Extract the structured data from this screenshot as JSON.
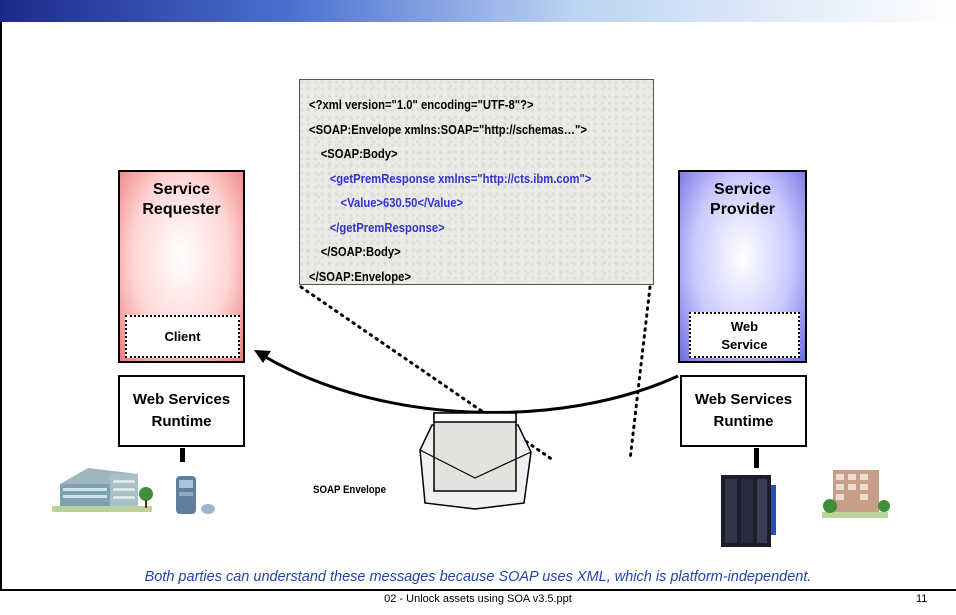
{
  "xml": {
    "lines": [
      "<?xml version=\"1.0\" encoding=\"UTF-8\"?>",
      "<SOAP:Envelope xmlns:SOAP=\"http://schemas…\">",
      "<SOAP:Body>",
      "<getPremResponse xmlns=\"http://cts.ibm.com\">",
      "<Value>630.50</Value>",
      "</getPremResponse>",
      "</SOAP:Body>",
      "</SOAP:Envelope>"
    ]
  },
  "requester": {
    "title_line1": "Service",
    "title_line2": "Requester",
    "inner": "Client",
    "runtime_line1": "Web Services",
    "runtime_line2": "Runtime"
  },
  "provider": {
    "title_line1": "Service",
    "title_line2": "Provider",
    "inner_line1": "Web",
    "inner_line2": "Service",
    "runtime_line1": "Web Services",
    "runtime_line2": "Runtime"
  },
  "envelope_label": "SOAP Envelope",
  "caption": "Both parties can understand these messages because SOAP uses XML, which is platform-independent.",
  "footer": "02 - Unlock assets using SOA v3.5.ppt",
  "page_number": "11",
  "colors": {
    "requester": "#ef7b7b",
    "provider": "#6c6ce0",
    "xml_highlight": "#3333cc",
    "caption": "#2244aa"
  }
}
